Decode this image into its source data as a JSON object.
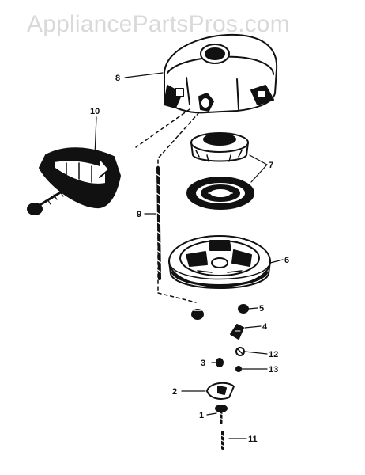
{
  "watermark": "AppliancePartsPros.com",
  "callouts": {
    "c1": "1",
    "c2": "2",
    "c3": "3",
    "c4": "4",
    "c5": "5",
    "c6": "6",
    "c7": "7",
    "c8": "8",
    "c9": "9",
    "c10": "10",
    "c11": "11",
    "c12": "12",
    "c13": "13"
  }
}
